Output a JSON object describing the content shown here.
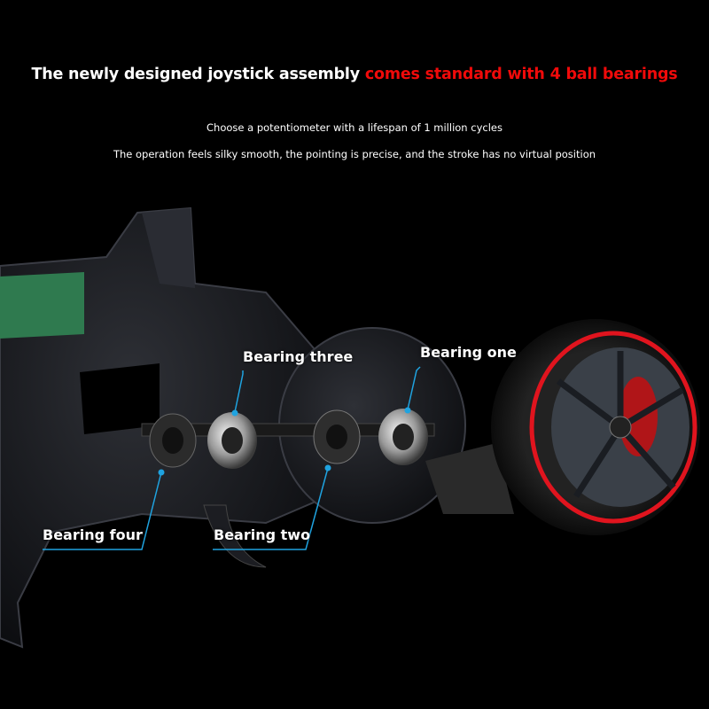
{
  "headline": {
    "white_part": "The newly designed joystick assembly",
    "red_part": "comes standard with 4 ball bearings"
  },
  "subtitles": [
    "Choose a potentiometer with a lifespan of 1 million cycles",
    "The operation feels silky smooth, the pointing is precise, and the stroke has no virtual position"
  ],
  "labels": {
    "bearing_one": "Bearing one",
    "bearing_two": "Bearing two",
    "bearing_three": "Bearing three",
    "bearing_four": "Bearing four"
  },
  "colors": {
    "accent_red": "#f00a0a",
    "callout_blue": "#1fa3e0"
  }
}
